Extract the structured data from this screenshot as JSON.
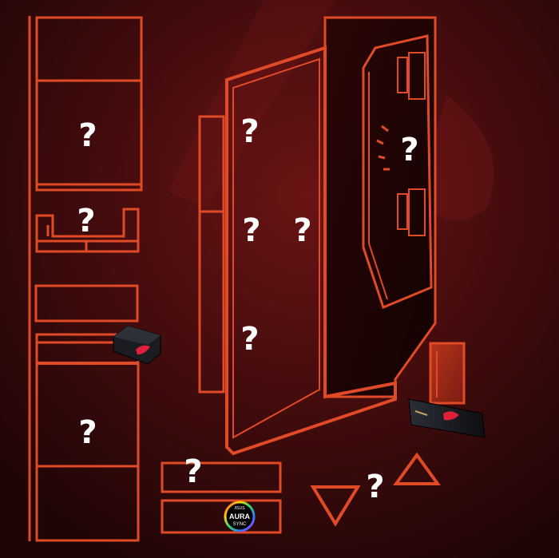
{
  "puzzle": {
    "question_mark": "?",
    "hidden_slots": [
      {
        "id": "tower-upper-compartment"
      },
      {
        "id": "cooler-bracket"
      },
      {
        "id": "power-supply-bay"
      },
      {
        "id": "case-top-panel"
      },
      {
        "id": "case-middle-left"
      },
      {
        "id": "case-middle-right"
      },
      {
        "id": "case-lower-panel"
      },
      {
        "id": "case-side-fans"
      },
      {
        "id": "bottom-tray"
      },
      {
        "id": "rgb-triangles"
      }
    ],
    "revealed_items": [
      {
        "id": "gaming-psu"
      },
      {
        "id": "gaming-phone"
      },
      {
        "id": "aura-sync-logo"
      }
    ]
  },
  "aura_logo": {
    "brand": "/ISUS",
    "title": "AURA",
    "subtitle": "SYNC"
  },
  "colors": {
    "background": "#3a0a0b",
    "outline": "#e04a26",
    "outline_bright": "#ff5a30",
    "accent": "#c81a1a"
  }
}
